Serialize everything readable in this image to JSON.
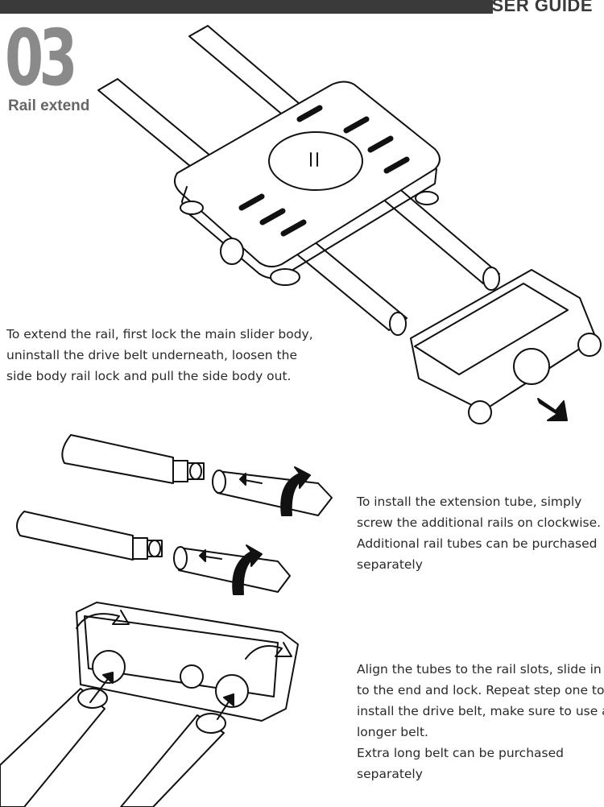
{
  "header": {
    "title": "USER GUIDE"
  },
  "step": {
    "number": "03",
    "title": "Rail extend"
  },
  "instructions": [
    {
      "lines": [
        "To extend the rail, first lock the main slider body,",
        "uninstall the drive belt underneath, loosen the",
        "side body rail lock and pull the side body out."
      ]
    },
    {
      "lines": [
        "To install the extension tube, simply",
        "screw the additional rails on clockwise.",
        "Additional rail tubes can be purchased",
        "separately"
      ]
    },
    {
      "lines": [
        "Align the tubes to the rail slots, slide in",
        "to the end and lock. Repeat step one to",
        "install the drive belt, make sure to use a",
        "longer belt.",
        "Extra long belt can be purchased",
        "separately"
      ]
    }
  ],
  "illustrations": {
    "slider": "slider-assembly-illustration",
    "tubes": "extension-tube-illustration",
    "end_block": "rail-end-block-illustration"
  }
}
